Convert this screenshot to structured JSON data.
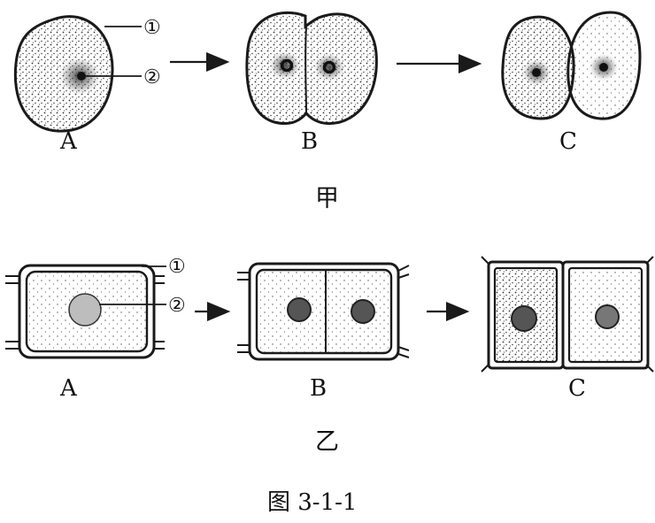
{
  "figure": {
    "caption": "图 3-1-1",
    "ink": "#1a1a1a",
    "rows": [
      {
        "id": "jia",
        "title": "甲",
        "stages": [
          "A",
          "B",
          "C"
        ],
        "markers": [
          "①",
          "②"
        ]
      },
      {
        "id": "yi",
        "title": "乙",
        "stages": [
          "A",
          "B",
          "C"
        ],
        "markers": [
          "①",
          "②"
        ]
      }
    ]
  }
}
